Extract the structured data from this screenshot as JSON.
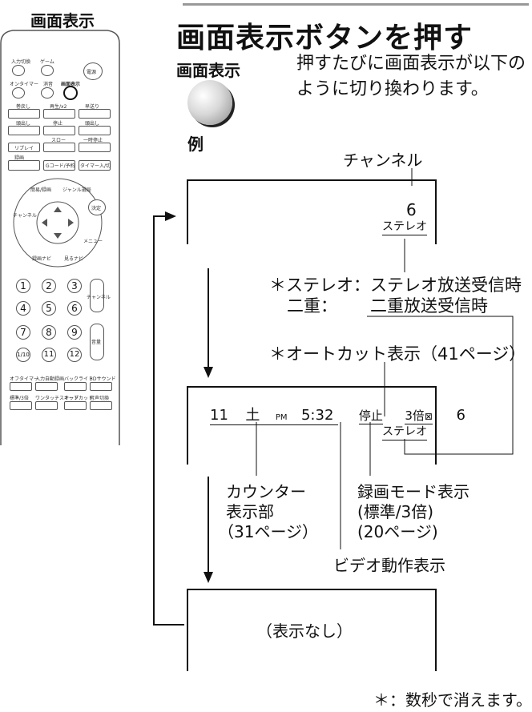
{
  "remote": {
    "callout_label": "画面表示",
    "top_labels": [
      "入力切換",
      "ゲーム",
      "電源",
      "オンタイマー",
      "消音",
      "画面表示"
    ],
    "transport_labels": [
      "巻戻し",
      "再生/x2",
      "早送り",
      "頭出し",
      "停止",
      "頭出し",
      "スロー",
      "一時停止"
    ],
    "transport_buttons": [
      "リプレイ",
      "録画",
      "Gコード/予約",
      "タイマー入/切"
    ],
    "nav_labels": [
      "簡易/録画",
      "ジャンル選局",
      "チャンネル",
      "録画ナビ",
      "見るナビ",
      "メニュー",
      "決定"
    ],
    "numbers": [
      "1",
      "2",
      "3",
      "4",
      "5",
      "6",
      "7",
      "8",
      "9",
      "1/10",
      "11",
      "12"
    ],
    "side_labels": [
      "チャンネル",
      "音量"
    ],
    "bottom_labels": [
      "オフタイマー",
      "入力自動録画",
      "バックライト",
      "3Dサウンド",
      "標準/3倍",
      "ワンタッチスキップ",
      "オートカット",
      "音声切換"
    ]
  },
  "heading": "画面表示ボタンを押す",
  "button_caption": "画面表示",
  "description": "押すたびに画面表示が以下のように切り換わります。",
  "example_label": "例",
  "screens": {
    "channel_title": "チャンネル",
    "screen1": {
      "channel": "6",
      "audio": "ステレオ"
    },
    "audio_note_line1": "＊ステレオ：ステレオ放送受信時",
    "audio_note_line2_label": "二重：",
    "audio_note_line2_value": "二重放送受信時",
    "autocut_note": "＊オートカット表示（41ページ）",
    "screen2": {
      "day": "11",
      "weekday": "土",
      "ampm": "PM",
      "time": "5:32",
      "status": "停止",
      "rec_mode": "3倍",
      "autocut_mark": "⊠",
      "channel": "6",
      "audio": "ステレオ"
    },
    "counter_label_1": "カウンター",
    "counter_label_2": "表示部",
    "counter_label_3": "（31ページ）",
    "recmode_label_1": "録画モード表示",
    "recmode_label_2": "(標準/3倍)",
    "recmode_label_3": "(20ページ)",
    "video_status_label": "ビデオ動作表示",
    "screen3_text": "（表示なし）"
  },
  "footnote": "＊：数秒で消えます。"
}
